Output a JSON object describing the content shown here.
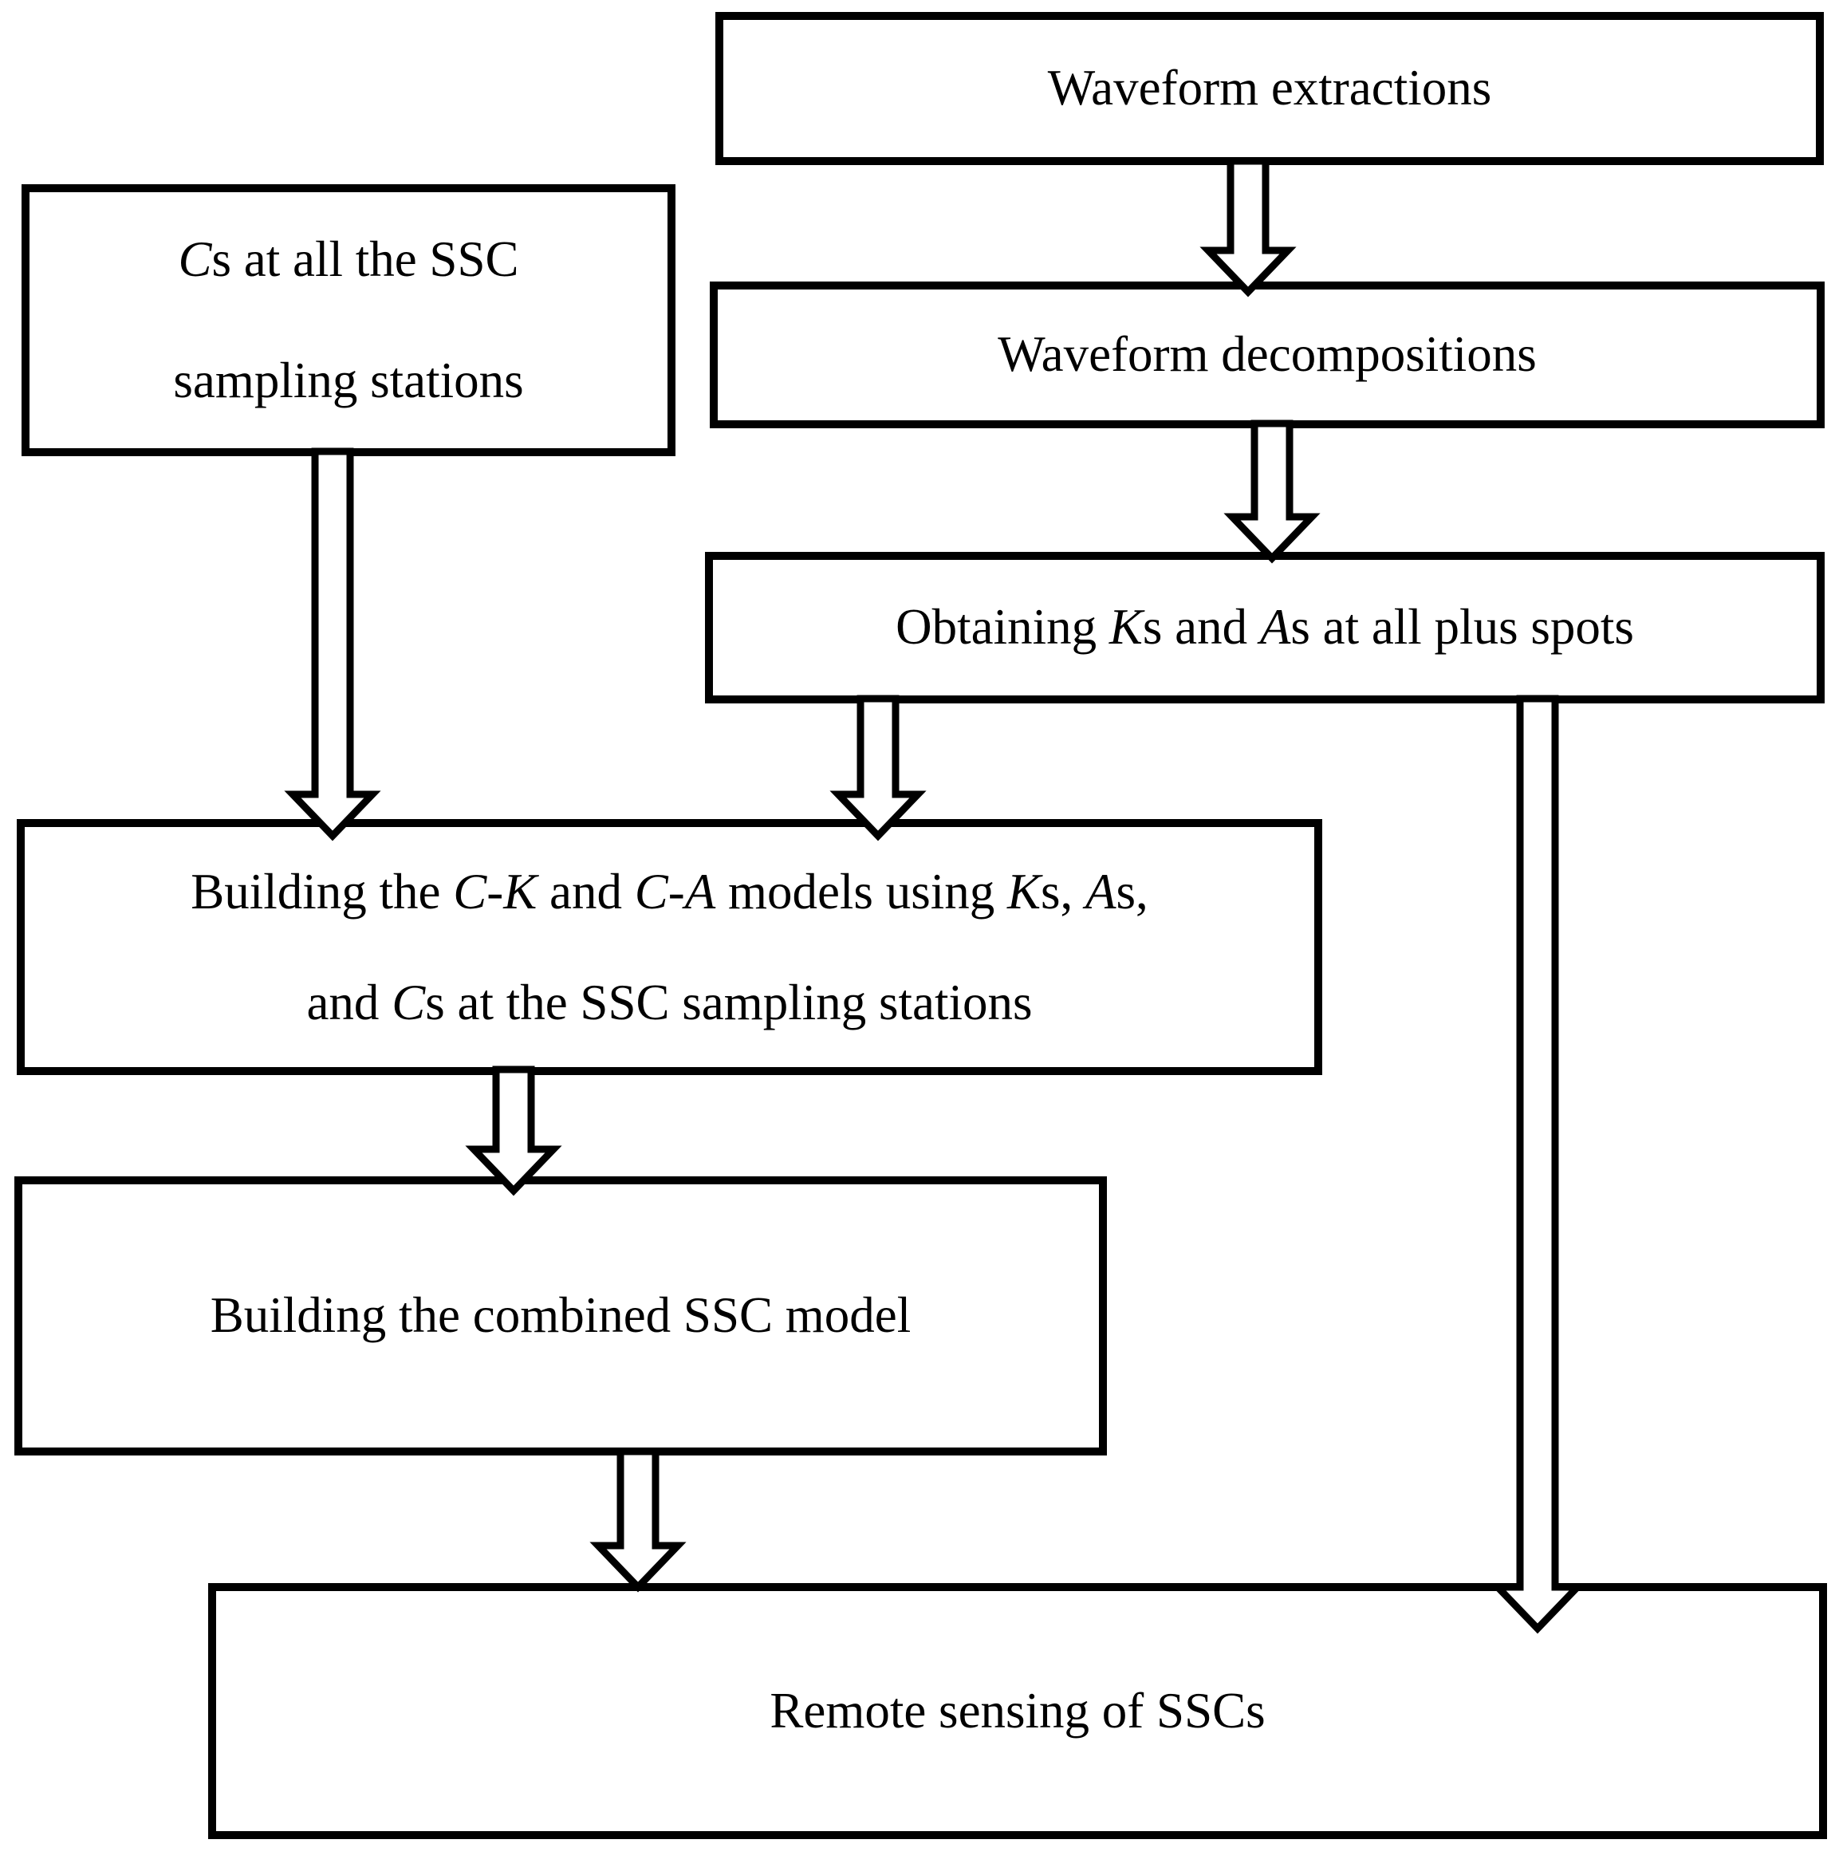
{
  "figure": {
    "type": "flowchart",
    "colors": {
      "ink": "#000000",
      "background": "#ffffff"
    },
    "boxes": {
      "waveform_extractions": {
        "lines": [
          [
            {
              "t": "Waveform extractions"
            }
          ]
        ]
      },
      "cs_sampling_stations": {
        "lines": [
          [
            {
              "t": "C",
              "i": true
            },
            {
              "t": "s at all the SSC"
            }
          ],
          [
            {
              "t": "sampling stations"
            }
          ]
        ]
      },
      "waveform_decompositions": {
        "lines": [
          [
            {
              "t": "Waveform decompositions"
            }
          ]
        ]
      },
      "obtaining_ks_as": {
        "lines": [
          [
            {
              "t": "Obtaining "
            },
            {
              "t": "K",
              "i": true
            },
            {
              "t": "s and "
            },
            {
              "t": "A",
              "i": true
            },
            {
              "t": "s at all plus spots"
            }
          ]
        ]
      },
      "building_ck_ca_models": {
        "lines": [
          [
            {
              "t": "Building the "
            },
            {
              "t": "C",
              "i": true
            },
            {
              "t": "-"
            },
            {
              "t": "K",
              "i": true
            },
            {
              "t": " and "
            },
            {
              "t": "C",
              "i": true
            },
            {
              "t": "-"
            },
            {
              "t": "A",
              "i": true
            },
            {
              "t": " models using "
            },
            {
              "t": "K",
              "i": true
            },
            {
              "t": "s, "
            },
            {
              "t": "A",
              "i": true
            },
            {
              "t": "s,"
            }
          ],
          [
            {
              "t": "and "
            },
            {
              "t": "C",
              "i": true
            },
            {
              "t": "s at the SSC sampling stations"
            }
          ]
        ]
      },
      "building_combined_model": {
        "lines": [
          [
            {
              "t": "Building the combined SSC model"
            }
          ]
        ]
      },
      "remote_sensing": {
        "lines": [
          [
            {
              "t": "Remote sensing of SSCs"
            }
          ]
        ]
      }
    },
    "connections": [
      {
        "from": "waveform_extractions",
        "to": "waveform_decompositions"
      },
      {
        "from": "waveform_decompositions",
        "to": "obtaining_ks_as"
      },
      {
        "from": "cs_sampling_stations",
        "to": "building_ck_ca_models"
      },
      {
        "from": "obtaining_ks_as",
        "to": "building_ck_ca_models"
      },
      {
        "from": "obtaining_ks_as",
        "to": "remote_sensing"
      },
      {
        "from": "building_ck_ca_models",
        "to": "building_combined_model"
      },
      {
        "from": "building_combined_model",
        "to": "remote_sensing"
      }
    ]
  }
}
